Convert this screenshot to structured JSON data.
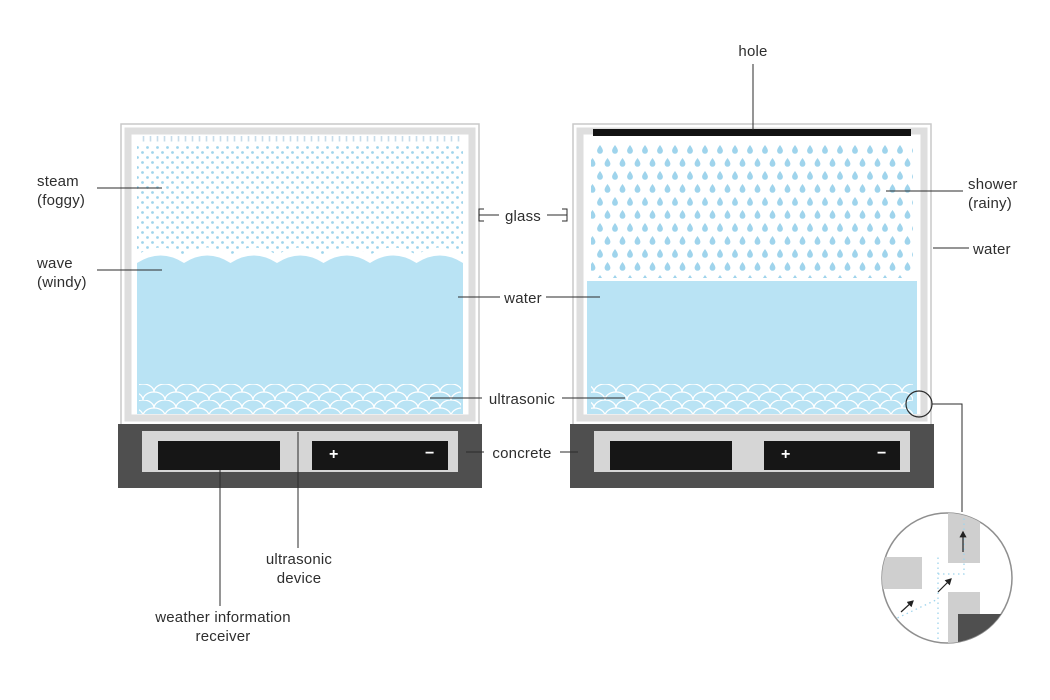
{
  "labels": {
    "steam": "steam\n(foggy)",
    "wave": "wave\n(windy)",
    "glass": "glass",
    "water_center": "water",
    "ultrasonic": "ultrasonic",
    "concrete": "concrete",
    "hole": "hole",
    "shower": "shower\n(rainy)",
    "water_right": "water",
    "ultrasonic_device": "ultrasonic\ndevice",
    "weather_receiver": "weather information\nreceiver"
  },
  "battery": {
    "plus": "+",
    "minus": "−"
  },
  "colors": {
    "water": "#b9e3f4",
    "pattern_blue": "#9fd4ec",
    "glass": "#dedede",
    "concrete": "#4f4f4f",
    "panel": "#d6d6d6",
    "device_black": "#161616",
    "line": "#2b2b2b",
    "text": "#2e2e2e"
  }
}
